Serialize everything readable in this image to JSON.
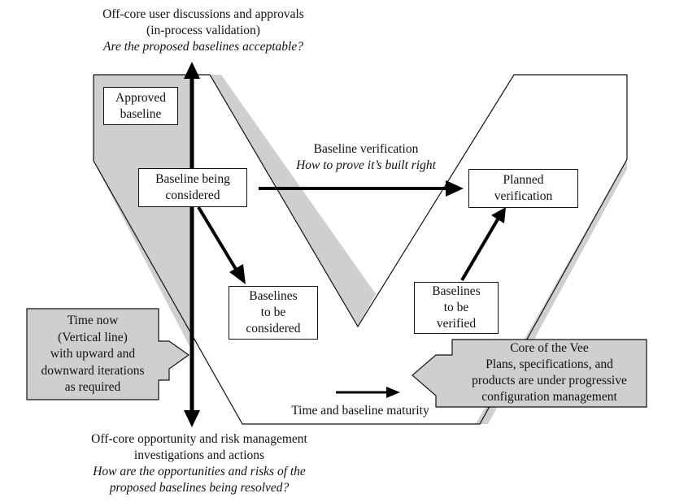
{
  "top_annotation": {
    "line1": "Off-core user discussions and approvals",
    "line2": "(in-process validation)",
    "question": "Are the proposed baselines acceptable?"
  },
  "bottom_annotation": {
    "line1": "Off-core opportunity and risk management",
    "line2": "investigations and actions",
    "question_line1": "How are the opportunities and risks of the",
    "question_line2": "proposed baselines being resolved?"
  },
  "boxes": {
    "approved_baseline": [
      "Approved",
      "baseline"
    ],
    "baseline_being_considered": [
      "Baseline being",
      "considered"
    ],
    "baselines_to_be_considered": [
      "Baselines",
      "to be",
      "considered"
    ],
    "planned_verification": [
      "Planned",
      "verification"
    ],
    "baselines_to_be_verified": [
      "Baselines",
      "to be",
      "verified"
    ]
  },
  "verification_label": {
    "title": "Baseline verification",
    "subtitle": "How to prove it’s built right"
  },
  "time_now_callout": [
    "Time now",
    "(Vertical line)",
    "with upward and",
    "downward iterations",
    "as required"
  ],
  "core_callout": [
    "Core of the Vee",
    "Plans, specifications, and",
    "products are under progressive",
    "configuration management"
  ],
  "time_axis_label": "Time and baseline maturity",
  "colors": {
    "shade": "#cdcfd0",
    "stroke": "#111111",
    "callout_fill": "#cdcfd0"
  }
}
